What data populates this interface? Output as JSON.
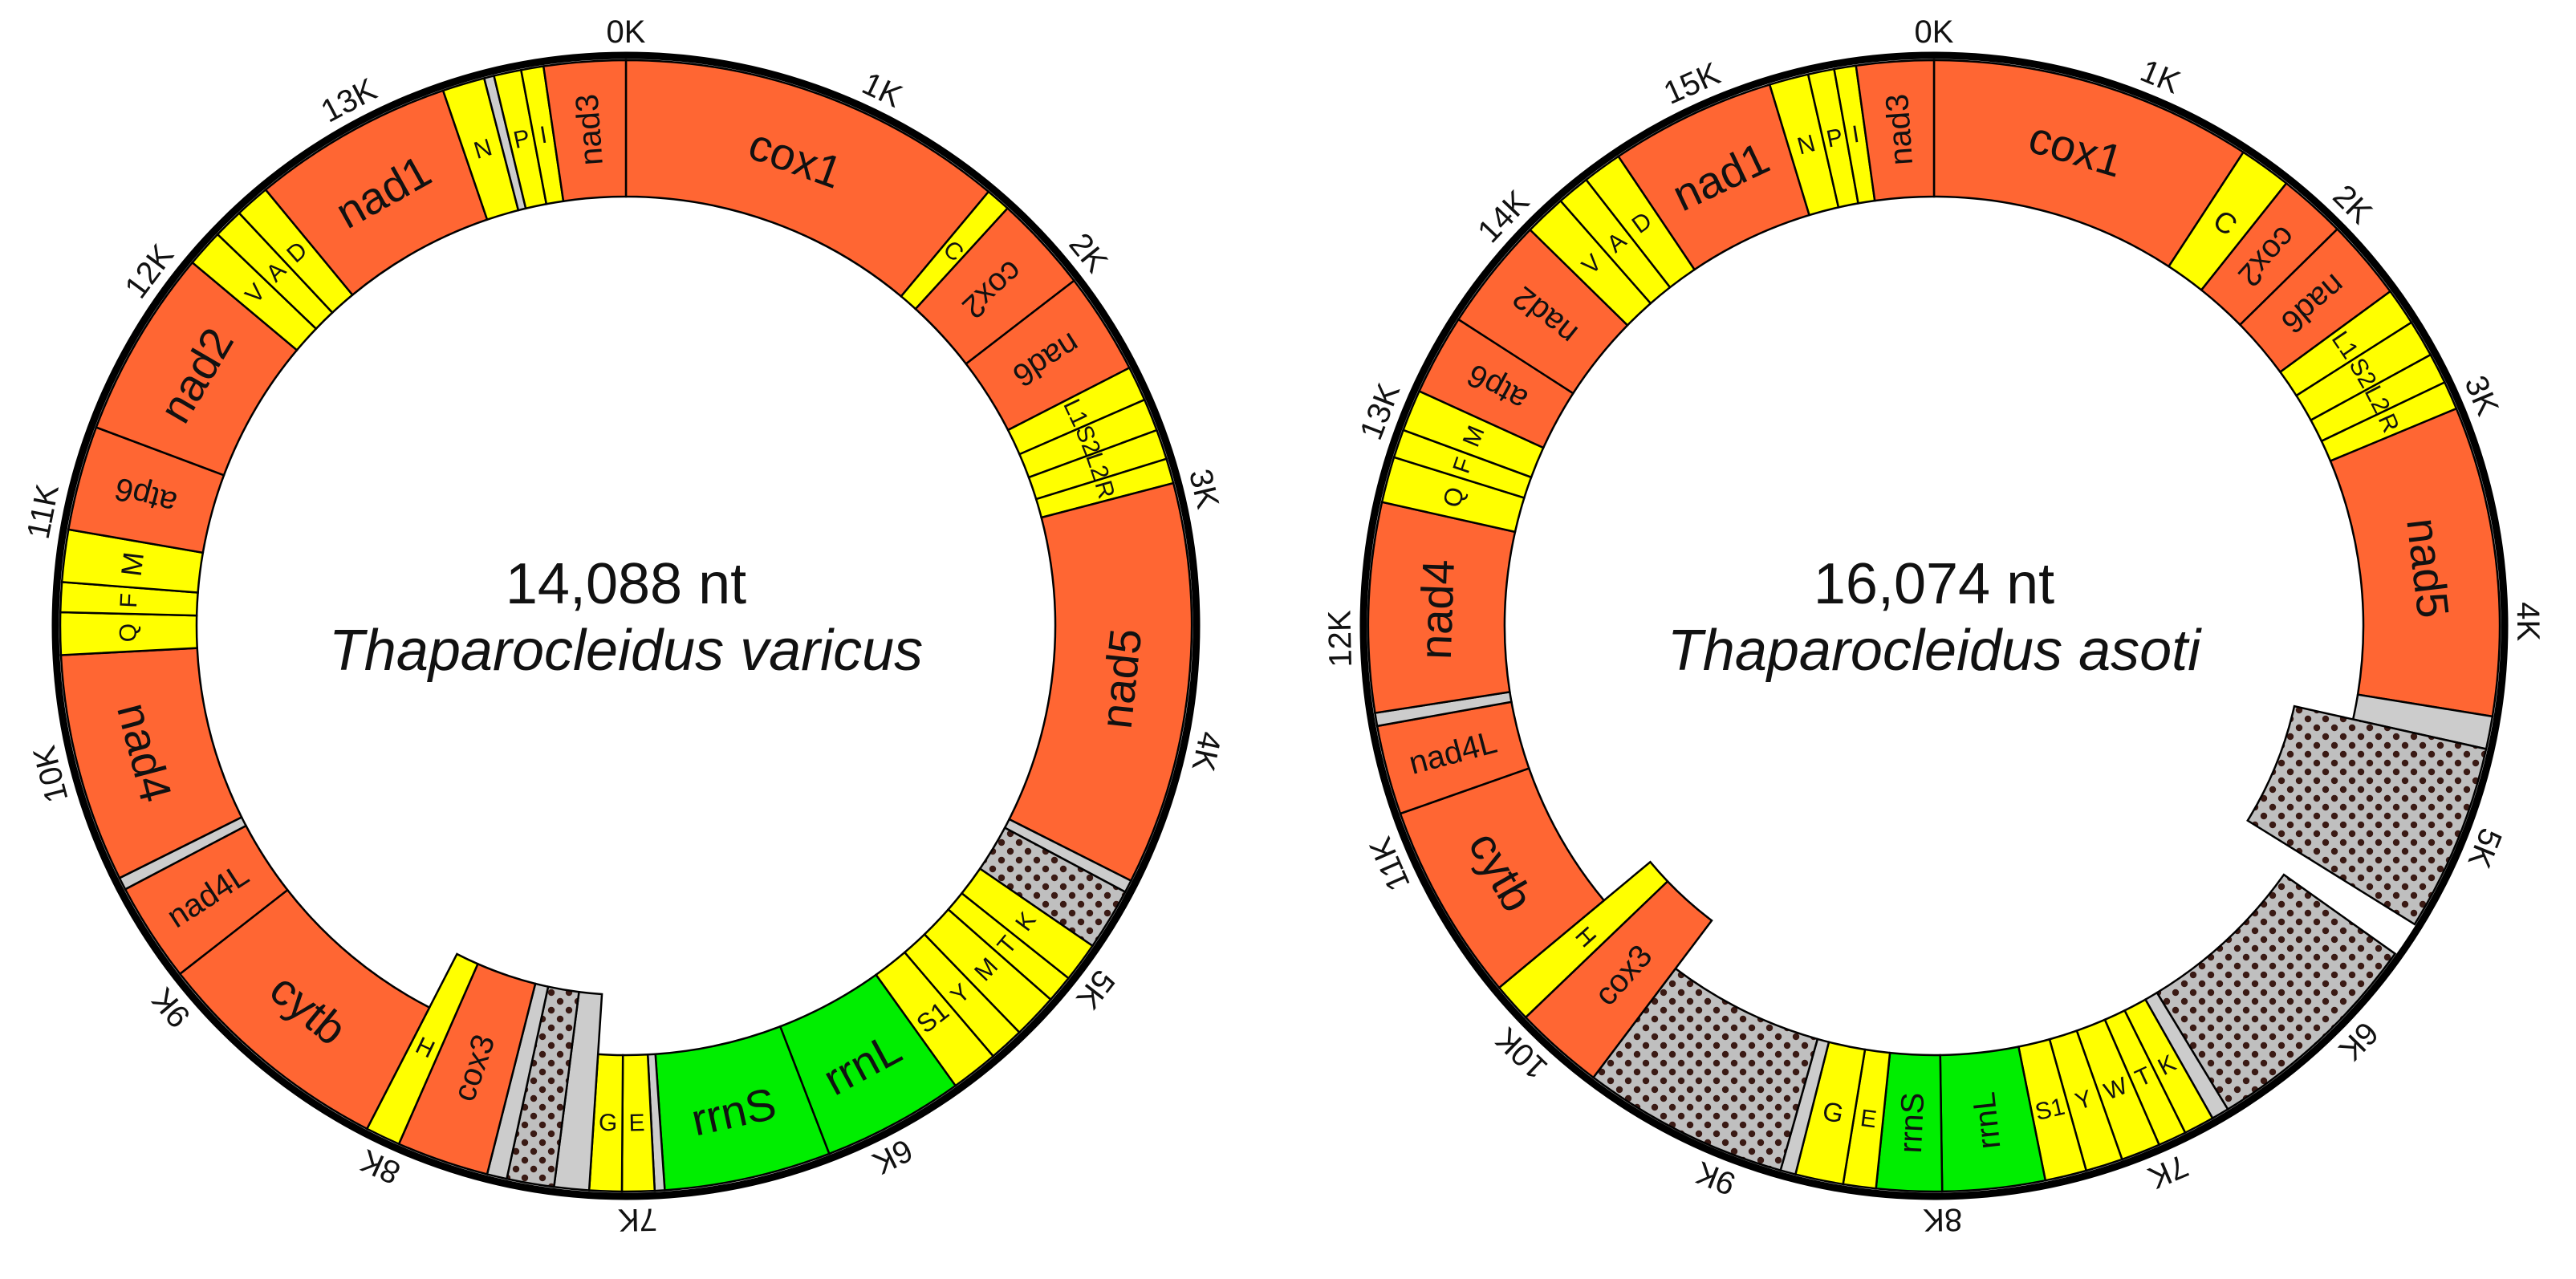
{
  "colors": {
    "protein_coding": "#ff6633",
    "trna": "#ffff00",
    "rrna": "#00ee00",
    "intergenic": "#cccccc",
    "noncoding_dotted": "#bfbfbf",
    "dot": "#3a1a14",
    "border": "#000000"
  },
  "maps": [
    {
      "name": "varicus",
      "size_label": "14,088 nt",
      "species": "Thaparocleidus varicus",
      "length": 14088,
      "tick_step": 1000,
      "tick_labels": [
        "0K",
        "1K",
        "2K",
        "3K",
        "4K",
        "5K",
        "6K",
        "7K",
        "8K",
        "9K",
        "10K",
        "11K",
        "12K",
        "13K"
      ],
      "segments": [
        {
          "label": "cox1",
          "start": 0,
          "end": 1560,
          "kind": "protein_coding",
          "inner": false
        },
        {
          "label": "C",
          "start": 1560,
          "end": 1660,
          "kind": "trna",
          "inner": false
        },
        {
          "label": "cox2",
          "start": 1660,
          "end": 2050,
          "kind": "protein_coding",
          "inner": false
        },
        {
          "label": "nad6",
          "start": 2050,
          "end": 2460,
          "kind": "protein_coding",
          "inner": false
        },
        {
          "label": "L1",
          "start": 2460,
          "end": 2600,
          "kind": "trna",
          "inner": false
        },
        {
          "label": "S2",
          "start": 2600,
          "end": 2730,
          "kind": "trna",
          "inner": false
        },
        {
          "label": "L2",
          "start": 2730,
          "end": 2850,
          "kind": "trna",
          "inner": false
        },
        {
          "label": "R",
          "start": 2850,
          "end": 2950,
          "kind": "trna",
          "inner": false
        },
        {
          "label": "nad5",
          "start": 2950,
          "end": 4570,
          "kind": "protein_coding",
          "inner": false
        },
        {
          "label": "",
          "start": 4570,
          "end": 4620,
          "kind": "intergenic",
          "inner": false
        },
        {
          "label": "",
          "start": 4620,
          "end": 4870,
          "kind": "noncoding_dotted",
          "inner": false
        },
        {
          "label": "K",
          "start": 4870,
          "end": 5030,
          "kind": "trna",
          "inner": false
        },
        {
          "label": "T",
          "start": 5030,
          "end": 5140,
          "kind": "trna",
          "inner": false
        },
        {
          "label": "M",
          "start": 5140,
          "end": 5320,
          "kind": "trna",
          "inner": false
        },
        {
          "label": "Y",
          "start": 5320,
          "end": 5460,
          "kind": "trna",
          "inner": false
        },
        {
          "label": "S1",
          "start": 5460,
          "end": 5650,
          "kind": "trna",
          "inner": false
        },
        {
          "label": "rrnL",
          "start": 5650,
          "end": 6220,
          "kind": "rrna",
          "inner": false
        },
        {
          "label": "rrnS",
          "start": 6220,
          "end": 6890,
          "kind": "rrna",
          "inner": false
        },
        {
          "label": "",
          "start": 6890,
          "end": 6930,
          "kind": "intergenic",
          "inner": false
        },
        {
          "label": "E",
          "start": 6930,
          "end": 7060,
          "kind": "trna",
          "inner": false
        },
        {
          "label": "G",
          "start": 7060,
          "end": 7190,
          "kind": "trna",
          "inner": false
        },
        {
          "label": "",
          "start": 7190,
          "end": 7330,
          "kind": "intergenic",
          "inner": true
        },
        {
          "label": "",
          "start": 7330,
          "end": 7520,
          "kind": "noncoding_dotted",
          "inner": true
        },
        {
          "label": "",
          "start": 7520,
          "end": 7600,
          "kind": "intergenic",
          "inner": true
        },
        {
          "label": "cox3",
          "start": 7600,
          "end": 7970,
          "kind": "protein_coding",
          "inner": true
        },
        {
          "label": "H",
          "start": 7970,
          "end": 8110,
          "kind": "trna",
          "inner": true
        },
        {
          "label": "cytb",
          "start": 8110,
          "end": 9080,
          "kind": "protein_coding",
          "inner": false
        },
        {
          "label": "nad4L",
          "start": 9080,
          "end": 9480,
          "kind": "protein_coding",
          "inner": false
        },
        {
          "label": "",
          "start": 9480,
          "end": 9530,
          "kind": "intergenic",
          "inner": false
        },
        {
          "label": "nad4",
          "start": 9530,
          "end": 10450,
          "kind": "protein_coding",
          "inner": false
        },
        {
          "label": "Q",
          "start": 10450,
          "end": 10620,
          "kind": "trna",
          "inner": false
        },
        {
          "label": "F",
          "start": 10620,
          "end": 10740,
          "kind": "trna",
          "inner": false
        },
        {
          "label": "M",
          "start": 10740,
          "end": 10950,
          "kind": "trna",
          "inner": false
        },
        {
          "label": "atp6",
          "start": 10950,
          "end": 11370,
          "kind": "protein_coding",
          "inner": false
        },
        {
          "label": "nad2",
          "start": 11370,
          "end": 12130,
          "kind": "protein_coding",
          "inner": false
        },
        {
          "label": "V",
          "start": 12130,
          "end": 12280,
          "kind": "trna",
          "inner": false
        },
        {
          "label": "A",
          "start": 12280,
          "end": 12400,
          "kind": "trna",
          "inner": false
        },
        {
          "label": "D",
          "start": 12400,
          "end": 12540,
          "kind": "trna",
          "inner": false
        },
        {
          "label": "nad1",
          "start": 12540,
          "end": 13350,
          "kind": "protein_coding",
          "inner": false
        },
        {
          "label": "N",
          "start": 13350,
          "end": 13520,
          "kind": "trna",
          "inner": false
        },
        {
          "label": "",
          "start": 13520,
          "end": 13560,
          "kind": "intergenic",
          "inner": false
        },
        {
          "label": "P",
          "start": 13560,
          "end": 13670,
          "kind": "trna",
          "inner": false
        },
        {
          "label": "I",
          "start": 13670,
          "end": 13760,
          "kind": "trna",
          "inner": false
        },
        {
          "label": "nad3",
          "start": 13760,
          "end": 14088,
          "kind": "protein_coding",
          "inner": false
        }
      ]
    },
    {
      "name": "asoti",
      "size_label": "16,074 nt",
      "species": "Thaparocleidus asoti",
      "length": 16074,
      "tick_step": 1000,
      "tick_labels": [
        "0K",
        "1K",
        "2K",
        "3K",
        "4K",
        "5K",
        "6K",
        "7K",
        "8K",
        "9K",
        "10K",
        "11K",
        "12K",
        "13K",
        "14K",
        "15K"
      ],
      "segments": [
        {
          "label": "cox1",
          "start": 0,
          "end": 1480,
          "kind": "protein_coding",
          "inner": false
        },
        {
          "label": "C",
          "start": 1480,
          "end": 1720,
          "kind": "trna",
          "inner": false
        },
        {
          "label": "cox2",
          "start": 1720,
          "end": 2030,
          "kind": "protein_coding",
          "inner": false
        },
        {
          "label": "nad6",
          "start": 2030,
          "end": 2400,
          "kind": "protein_coding",
          "inner": false
        },
        {
          "label": "L1",
          "start": 2400,
          "end": 2570,
          "kind": "trna",
          "inner": false
        },
        {
          "label": "S2",
          "start": 2570,
          "end": 2740,
          "kind": "trna",
          "inner": false
        },
        {
          "label": "L2",
          "start": 2740,
          "end": 2880,
          "kind": "trna",
          "inner": false
        },
        {
          "label": "R",
          "start": 2880,
          "end": 3010,
          "kind": "trna",
          "inner": false
        },
        {
          "label": "nad5",
          "start": 3010,
          "end": 4430,
          "kind": "protein_coding",
          "inner": false
        },
        {
          "label": "",
          "start": 4430,
          "end": 4580,
          "kind": "intergenic",
          "inner": false
        },
        {
          "label": "",
          "start": 4580,
          "end": 5440,
          "kind": "noncoding_dotted",
          "inner": true
        },
        {
          "label": "",
          "start": 5600,
          "end": 6640,
          "kind": "noncoding_dotted",
          "inner": false
        },
        {
          "label": "",
          "start": 6640,
          "end": 6720,
          "kind": "intergenic",
          "inner": false
        },
        {
          "label": "K",
          "start": 6720,
          "end": 6860,
          "kind": "trna",
          "inner": false
        },
        {
          "label": "T",
          "start": 6860,
          "end": 6990,
          "kind": "trna",
          "inner": false
        },
        {
          "label": "W",
          "start": 6990,
          "end": 7170,
          "kind": "trna",
          "inner": false
        },
        {
          "label": "Y",
          "start": 7170,
          "end": 7340,
          "kind": "trna",
          "inner": false
        },
        {
          "label": "S1",
          "start": 7340,
          "end": 7530,
          "kind": "trna",
          "inner": false
        },
        {
          "label": "rrnL",
          "start": 7530,
          "end": 8000,
          "kind": "rrna",
          "inner": false
        },
        {
          "label": "rrnS",
          "start": 8000,
          "end": 8300,
          "kind": "rrna",
          "inner": false
        },
        {
          "label": "E",
          "start": 8300,
          "end": 8450,
          "kind": "trna",
          "inner": false
        },
        {
          "label": "G",
          "start": 8450,
          "end": 8670,
          "kind": "trna",
          "inner": false
        },
        {
          "label": "",
          "start": 8670,
          "end": 8740,
          "kind": "intergenic",
          "inner": false
        },
        {
          "label": "",
          "start": 8740,
          "end": 9690,
          "kind": "noncoding_dotted",
          "inner": false
        },
        {
          "label": "cox3",
          "start": 9690,
          "end": 10100,
          "kind": "protein_coding",
          "inner": true
        },
        {
          "label": "H",
          "start": 10100,
          "end": 10280,
          "kind": "trna",
          "inner": true
        },
        {
          "label": "cytb",
          "start": 10280,
          "end": 11190,
          "kind": "protein_coding",
          "inner": false
        },
        {
          "label": "nad4L",
          "start": 11190,
          "end": 11600,
          "kind": "protein_coding",
          "inner": false
        },
        {
          "label": "",
          "start": 11600,
          "end": 11660,
          "kind": "intergenic",
          "inner": false
        },
        {
          "label": "nad4",
          "start": 11660,
          "end": 12620,
          "kind": "protein_coding",
          "inner": false
        },
        {
          "label": "Q",
          "start": 12620,
          "end": 12830,
          "kind": "trna",
          "inner": false
        },
        {
          "label": "F",
          "start": 12830,
          "end": 12960,
          "kind": "trna",
          "inner": false
        },
        {
          "label": "M",
          "start": 12960,
          "end": 13150,
          "kind": "trna",
          "inner": false
        },
        {
          "label": "atp6",
          "start": 13150,
          "end": 13520,
          "kind": "protein_coding",
          "inner": false
        },
        {
          "label": "nad2",
          "start": 13520,
          "end": 14040,
          "kind": "protein_coding",
          "inner": false
        },
        {
          "label": "V",
          "start": 14040,
          "end": 14230,
          "kind": "trna",
          "inner": false
        },
        {
          "label": "A",
          "start": 14230,
          "end": 14380,
          "kind": "trna",
          "inner": false
        },
        {
          "label": "D",
          "start": 14380,
          "end": 14560,
          "kind": "trna",
          "inner": false
        },
        {
          "label": "nad1",
          "start": 14560,
          "end": 15320,
          "kind": "protein_coding",
          "inner": false
        },
        {
          "label": "N",
          "start": 15320,
          "end": 15500,
          "kind": "trna",
          "inner": false
        },
        {
          "label": "P",
          "start": 15500,
          "end": 15620,
          "kind": "trna",
          "inner": false
        },
        {
          "label": "I",
          "start": 15620,
          "end": 15720,
          "kind": "trna",
          "inner": false
        },
        {
          "label": "nad3",
          "start": 15720,
          "end": 16074,
          "kind": "protein_coding",
          "inner": false
        }
      ]
    }
  ]
}
